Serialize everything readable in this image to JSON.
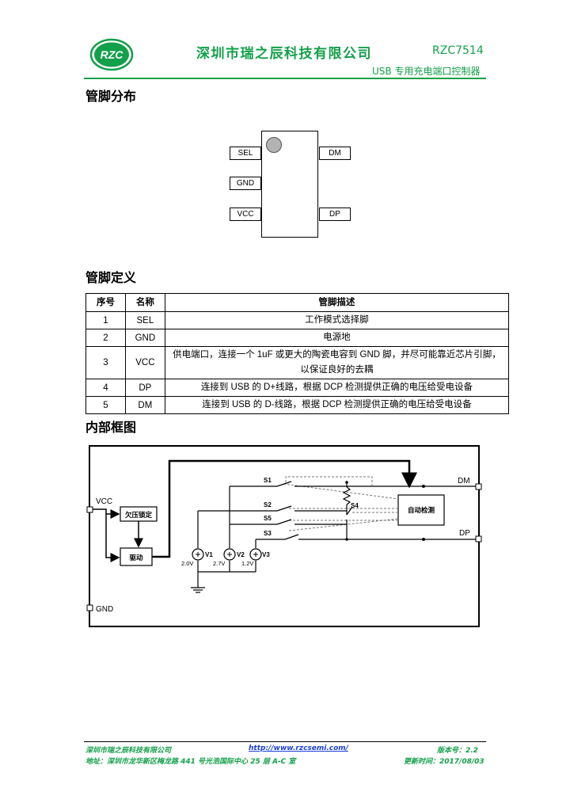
{
  "header": {
    "logo_text": "RZC",
    "company": "深圳市瑞之辰科技有限公司",
    "model": "RZC7514",
    "product": "USB  专用充电端口控制器"
  },
  "pin_section": {
    "title": "管脚分布",
    "pins": {
      "sel": "SEL",
      "gnd": "GND",
      "vcc": "VCC",
      "dm": "DM",
      "dp": "DP"
    }
  },
  "definition_section": {
    "title": "管脚定义",
    "columns": [
      "序号",
      "名称",
      "管脚描述"
    ],
    "rows": [
      {
        "no": "1",
        "name": "SEL",
        "desc": "工作模式选择脚"
      },
      {
        "no": "2",
        "name": "GND",
        "desc": "电源地"
      },
      {
        "no": "3",
        "name": "VCC",
        "desc": "供电端口，连接一个 1uF 或更大的陶瓷电容到 GND 脚，并尽可能靠近芯片引脚，以保证良好的去耦"
      },
      {
        "no": "4",
        "name": "DP",
        "desc": "连接到 USB 的 D+线路，根据 DCP 检测提供正确的电压给受电设备"
      },
      {
        "no": "5",
        "name": "DM",
        "desc": "连接到 USB 的 D-线路，根据 DCP 检测提供正确的电压给受电设备"
      }
    ]
  },
  "block_section": {
    "title": "内部框图",
    "labels": {
      "vcc": "VCC",
      "gnd": "GND",
      "dm": "DM",
      "dp": "DP",
      "uvlo": "欠压锁定",
      "driver": "驱动",
      "auto_detect": "自动检测",
      "s1": "S1",
      "s2": "S2",
      "s3": "S3",
      "s4": "S4",
      "s5": "S5",
      "v1": "V1",
      "v2": "V2",
      "v3": "V3",
      "v1_val": "2.0V",
      "v2_val": "2.7V",
      "v3_val": "1.2V"
    }
  },
  "footer": {
    "company": "深圳市瑞之辰科技有限公司",
    "url": "http://www.rzcsemi.com/",
    "version": "版本号：2.2",
    "address": "地址：深圳市龙华新区梅龙路 441 号光浩国际中心 25 层 A-C 室",
    "updated": "更新时间：2017/08/03"
  }
}
